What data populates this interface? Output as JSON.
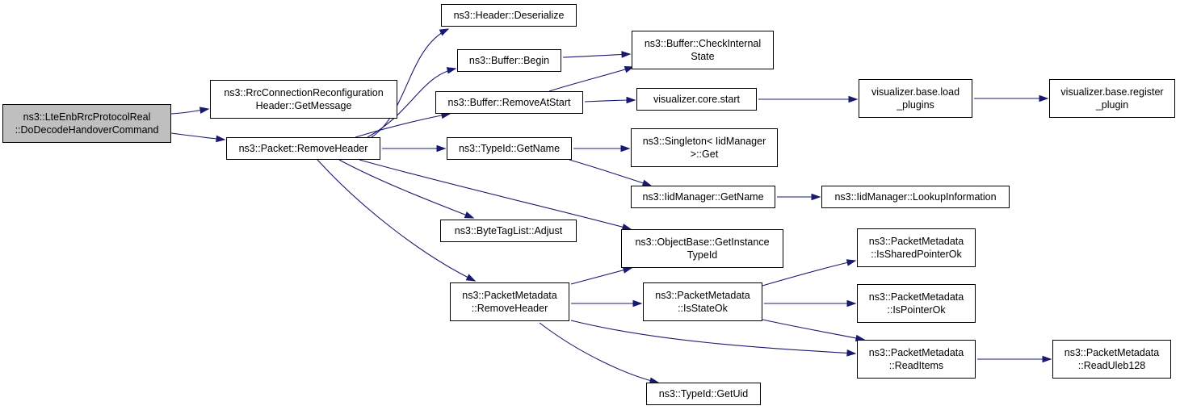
{
  "graph": {
    "nodes": [
      {
        "id": "root",
        "lines": [
          "ns3::LteEnbRrcProtocolReal",
          "::DoDecodeHandoverCommand"
        ],
        "root": true
      },
      {
        "id": "rrc",
        "lines": [
          "ns3::RrcConnectionReconfiguration",
          "Header::GetMessage"
        ]
      },
      {
        "id": "remhdr",
        "lines": [
          "ns3::Packet::RemoveHeader"
        ]
      },
      {
        "id": "deser",
        "lines": [
          "ns3::Header::Deserialize"
        ]
      },
      {
        "id": "begin",
        "lines": [
          "ns3::Buffer::Begin"
        ]
      },
      {
        "id": "remstart",
        "lines": [
          "ns3::Buffer::RemoveAtStart"
        ]
      },
      {
        "id": "getname",
        "lines": [
          "ns3::TypeId::GetName"
        ]
      },
      {
        "id": "adjust",
        "lines": [
          "ns3::ByteTagList::Adjust"
        ]
      },
      {
        "id": "pmremove",
        "lines": [
          "ns3::PacketMetadata",
          "::RemoveHeader"
        ]
      },
      {
        "id": "checkint",
        "lines": [
          "ns3::Buffer::CheckInternal",
          "State"
        ]
      },
      {
        "id": "vstart",
        "lines": [
          "visualizer.core.start"
        ]
      },
      {
        "id": "singleton",
        "lines": [
          "ns3::Singleton< IidManager",
          ">::Get"
        ]
      },
      {
        "id": "iidgetname",
        "lines": [
          "ns3::IidManager::GetName"
        ]
      },
      {
        "id": "objbase",
        "lines": [
          "ns3::ObjectBase::GetInstance",
          "TypeId"
        ]
      },
      {
        "id": "isstate",
        "lines": [
          "ns3::PacketMetadata",
          "::IsStateOk"
        ]
      },
      {
        "id": "getuid",
        "lines": [
          "ns3::TypeId::GetUid"
        ]
      },
      {
        "id": "loadplug",
        "lines": [
          "visualizer.base.load",
          "_plugins"
        ]
      },
      {
        "id": "lookup",
        "lines": [
          "ns3::IidManager::LookupInformation"
        ]
      },
      {
        "id": "isshared",
        "lines": [
          "ns3::PacketMetadata",
          "::IsSharedPointerOk"
        ]
      },
      {
        "id": "isptr",
        "lines": [
          "ns3::PacketMetadata",
          "::IsPointerOk"
        ]
      },
      {
        "id": "readitems",
        "lines": [
          "ns3::PacketMetadata",
          "::ReadItems"
        ]
      },
      {
        "id": "regplug",
        "lines": [
          "visualizer.base.register",
          "_plugin"
        ]
      },
      {
        "id": "readuleb",
        "lines": [
          "ns3::PacketMetadata",
          "::ReadUleb128"
        ]
      }
    ],
    "edges": [
      [
        "root",
        "rrc"
      ],
      [
        "root",
        "remhdr"
      ],
      [
        "remhdr",
        "deser"
      ],
      [
        "remhdr",
        "begin"
      ],
      [
        "remhdr",
        "remstart"
      ],
      [
        "remhdr",
        "getname"
      ],
      [
        "remhdr",
        "adjust"
      ],
      [
        "remhdr",
        "objbase"
      ],
      [
        "remhdr",
        "pmremove"
      ],
      [
        "begin",
        "checkint"
      ],
      [
        "remstart",
        "checkint"
      ],
      [
        "remstart",
        "vstart"
      ],
      [
        "vstart",
        "loadplug"
      ],
      [
        "loadplug",
        "regplug"
      ],
      [
        "getname",
        "singleton"
      ],
      [
        "getname",
        "iidgetname"
      ],
      [
        "iidgetname",
        "lookup"
      ],
      [
        "pmremove",
        "objbase"
      ],
      [
        "pmremove",
        "isstate"
      ],
      [
        "pmremove",
        "readitems"
      ],
      [
        "pmremove",
        "getuid"
      ],
      [
        "isstate",
        "isshared"
      ],
      [
        "isstate",
        "isptr"
      ],
      [
        "isstate",
        "readitems"
      ],
      [
        "readitems",
        "readuleb"
      ]
    ],
    "colors": {
      "edge": "#191970",
      "node_border": "#000000",
      "root_fill": "#bfbfbf",
      "node_fill": "#ffffff"
    }
  }
}
